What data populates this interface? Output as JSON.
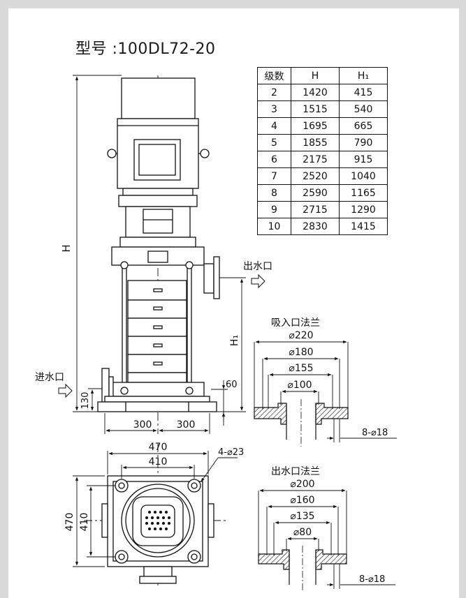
{
  "title": "型号 :100DL72-20",
  "spec_table": {
    "headers": [
      "级数",
      "H",
      "H₁"
    ],
    "rows": [
      [
        "2",
        "1420",
        "415"
      ],
      [
        "3",
        "1515",
        "540"
      ],
      [
        "4",
        "1695",
        "665"
      ],
      [
        "5",
        "1855",
        "790"
      ],
      [
        "6",
        "2175",
        "915"
      ],
      [
        "7",
        "2520",
        "1040"
      ],
      [
        "8",
        "2590",
        "1165"
      ],
      [
        "9",
        "2715",
        "1290"
      ],
      [
        "10",
        "2830",
        "1415"
      ]
    ]
  },
  "labels": {
    "outlet": "出水口",
    "inlet": "进水口",
    "H": "H",
    "H1": "H₁",
    "dim_130": "130",
    "dim_60": "60",
    "dim_300_left": "300",
    "dim_300_right": "300",
    "dim_470_top": "470",
    "dim_410_top": "410",
    "bolt_holes_base": "4-⌀23",
    "dim_470_side": "470",
    "dim_410_side": "410"
  },
  "suction_flange": {
    "title": "吸入口法兰",
    "d1": "⌀220",
    "d2": "⌀180",
    "d3": "⌀155",
    "d4": "⌀100",
    "holes": "8-⌀18"
  },
  "discharge_flange": {
    "title": "出水口法兰",
    "d1": "⌀200",
    "d2": "⌀160",
    "d3": "⌀135",
    "d4": "⌀80",
    "holes": "8-⌀18"
  }
}
